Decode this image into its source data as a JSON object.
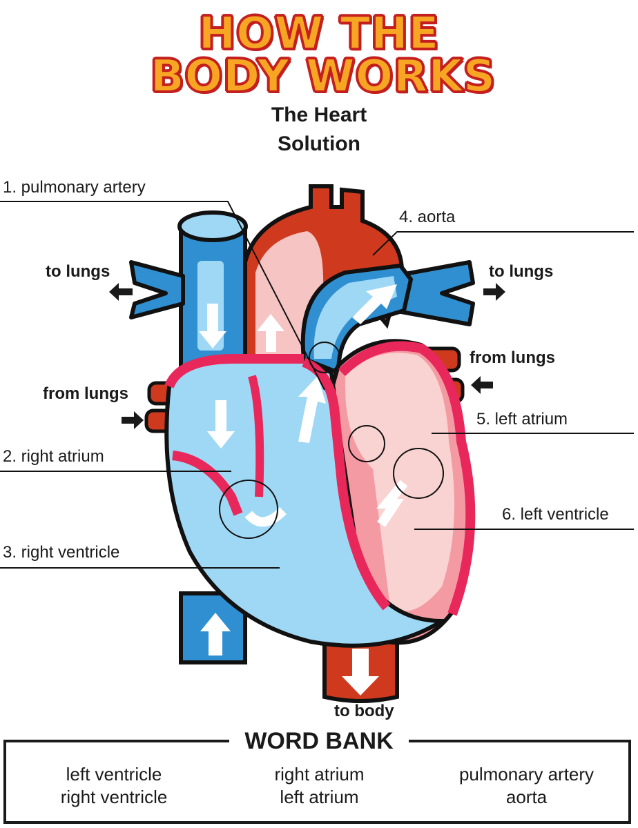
{
  "header": {
    "logo_line1": "HOW THE",
    "logo_line2": "BODY WORKS",
    "title": "The Heart",
    "subtitle": "Solution"
  },
  "labels": {
    "pulmonary_artery": "1. pulmonary artery",
    "right_atrium": "2. right atrium",
    "right_ventricle": "3. right ventricle",
    "aorta": "4. aorta",
    "left_atrium": "5. left atrium",
    "left_ventricle": "6. left ventricle"
  },
  "directions": {
    "to_lungs_left": "to lungs",
    "to_lungs_right": "to lungs",
    "from_lungs_left": "from lungs",
    "from_lungs_right": "from lungs",
    "to_body": "to body"
  },
  "word_bank": {
    "title": "WORD BANK",
    "columns": [
      [
        "left ventricle",
        "right ventricle"
      ],
      [
        "right atrium",
        "left atrium"
      ],
      [
        "pulmonary artery",
        "aorta"
      ]
    ]
  },
  "colors": {
    "blood_blue": "#2f8fd0",
    "light_blue": "#9fd8f5",
    "blood_red": "#cf3a1f",
    "wall_pink": "#e8275a",
    "light_pink": "#f7c4c4",
    "logo_orange": "#f7a623",
    "logo_outline": "#c41f1f"
  }
}
